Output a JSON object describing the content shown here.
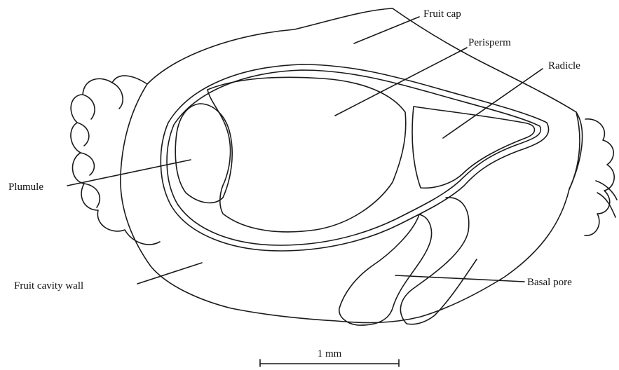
{
  "labels": {
    "fruit_cap": "Fruit cap",
    "perisperm": "Perisperm",
    "radicle": "Radicle",
    "plumule": "Plumule",
    "fruit_cavity_wall": "Fruit cavity wall",
    "basal_pore": "Basal pore"
  },
  "scale_bar": {
    "label": "1 mm"
  }
}
